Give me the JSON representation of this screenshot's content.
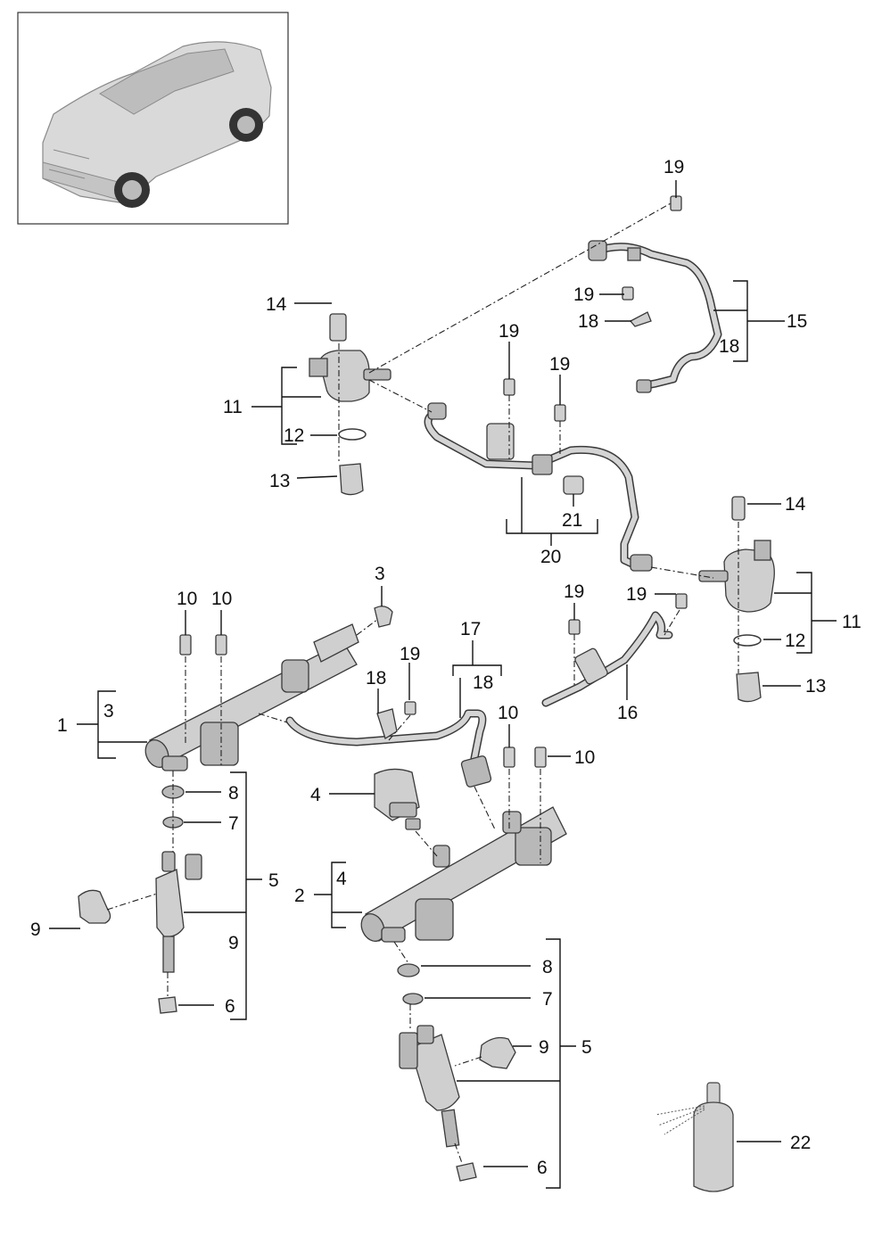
{
  "callouts": {
    "c1": "1",
    "c2": "2",
    "c3a": "3",
    "c3b": "3",
    "c4a": "4",
    "c4b": "4",
    "c5a": "5",
    "c5b": "5",
    "c6a": "6",
    "c6b": "6",
    "c7a": "7",
    "c7b": "7",
    "c8a": "8",
    "c8b": "8",
    "c9a": "9",
    "c9b": "9",
    "c9c": "9",
    "c10a": "10",
    "c10b": "10",
    "c10c": "10",
    "c10d": "10",
    "c11a": "11",
    "c11b": "11",
    "c12a": "12",
    "c12b": "12",
    "c13a": "13",
    "c13b": "13",
    "c14a": "14",
    "c14b": "14",
    "c15": "15",
    "c16": "16",
    "c17": "17",
    "c18a": "18",
    "c18b": "18",
    "c18c": "18",
    "c18d": "18",
    "c19a": "19",
    "c19b": "19",
    "c19c": "19",
    "c19d": "19",
    "c19e": "19",
    "c19f": "19",
    "c19g": "19",
    "c20": "20",
    "c21": "21",
    "c22": "22"
  },
  "thumbnail": {
    "icon": "vehicle-thumbnail-icon"
  }
}
